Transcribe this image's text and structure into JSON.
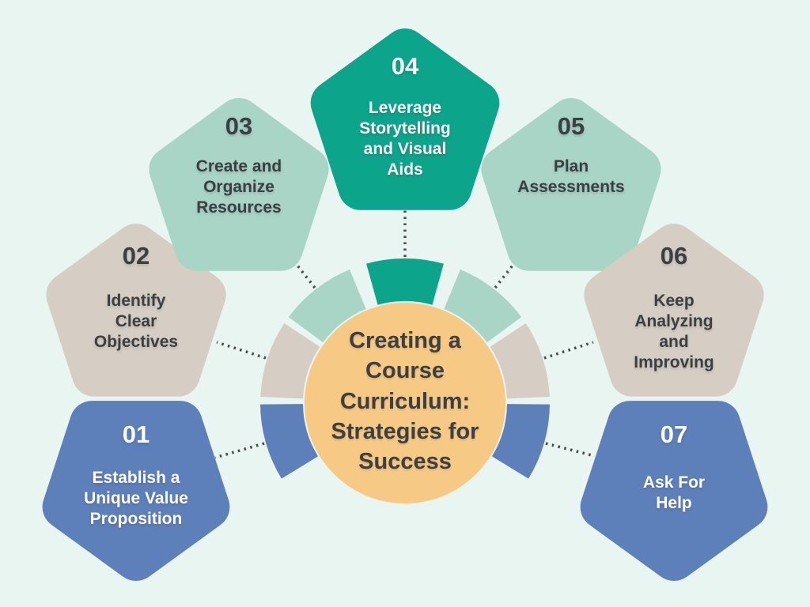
{
  "background_color": "#E9F5F0",
  "connector_color": "#4A4A4A",
  "title": {
    "text": "Creating a\nCourse\nCurriculum:\nStrategies for\nSuccess",
    "text_color": "#3C4043",
    "circle_color": "#F6C985"
  },
  "steps": [
    {
      "number": "01",
      "label": "Establish a\nUnique Value\nProposition",
      "color": "#5E80BA",
      "text_color": "#FFFFFF"
    },
    {
      "number": "02",
      "label": "Identify\nClear\nObjectives",
      "color": "#D6CEC5",
      "text_color": "#3B3F42"
    },
    {
      "number": "03",
      "label": "Create and\nOrganize\nResources",
      "color": "#A8D5C6",
      "text_color": "#3B3F42"
    },
    {
      "number": "04",
      "label": "Leverage\nStorytelling\nand Visual\nAids",
      "color": "#0CA58B",
      "text_color": "#FFFFFF"
    },
    {
      "number": "05",
      "label": "Plan\nAssessments",
      "color": "#A8D5C6",
      "text_color": "#3B3F42"
    },
    {
      "number": "06",
      "label": "Keep\nAnalyzing\nand\nImproving",
      "color": "#D6CEC5",
      "text_color": "#3B3F42"
    },
    {
      "number": "07",
      "label": "Ask For\nHelp",
      "color": "#5E80BA",
      "text_color": "#FFFFFF"
    }
  ]
}
